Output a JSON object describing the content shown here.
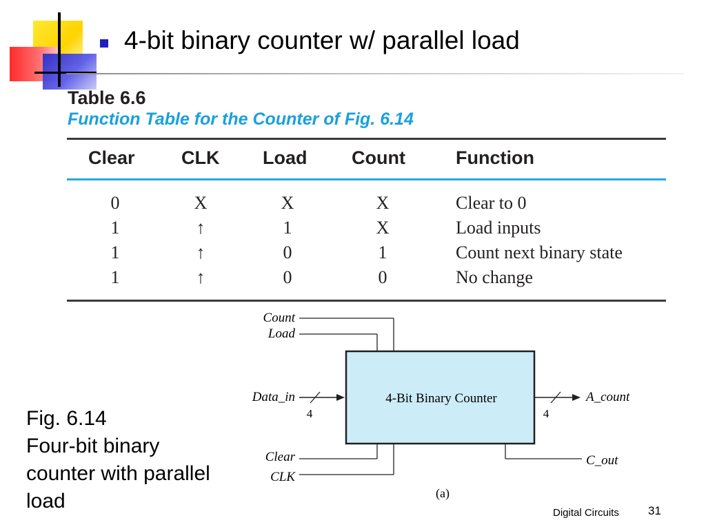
{
  "slide": {
    "title": "4-bit binary counter w/ parallel load",
    "footer": "Digital Circuits",
    "page_number": "31"
  },
  "table": {
    "number": "Table 6.6",
    "caption": "Function Table for the Counter of Fig. 6.14",
    "headers": [
      "Clear",
      "CLK",
      "Load",
      "Count",
      "Function"
    ],
    "rows": [
      [
        "0",
        "X",
        "X",
        "X",
        "Clear to 0"
      ],
      [
        "1",
        "↑",
        "1",
        "X",
        "Load inputs"
      ],
      [
        "1",
        "↑",
        "0",
        "1",
        "Count next binary state"
      ],
      [
        "1",
        "↑",
        "0",
        "0",
        "No change"
      ]
    ]
  },
  "diagram": {
    "block_label": "4-Bit Binary Counter",
    "inputs_top": [
      "Count",
      "Load"
    ],
    "input_left": "Data_in",
    "input_left_width": "4",
    "output_right": "A_count",
    "output_right_width": "4",
    "inputs_bottom": [
      "Clear",
      "CLK"
    ],
    "output_bottom": "C_out",
    "sublabel": "(a)",
    "block_fill": "#ccecf8"
  },
  "figure_caption": {
    "number": "Fig. 6.14",
    "lines": [
      "Four-bit binary",
      "counter with parallel",
      "load"
    ]
  },
  "icons": [
    "slide-corner-decoration",
    "bullet-square-icon",
    "up-arrow-clock-symbol"
  ]
}
